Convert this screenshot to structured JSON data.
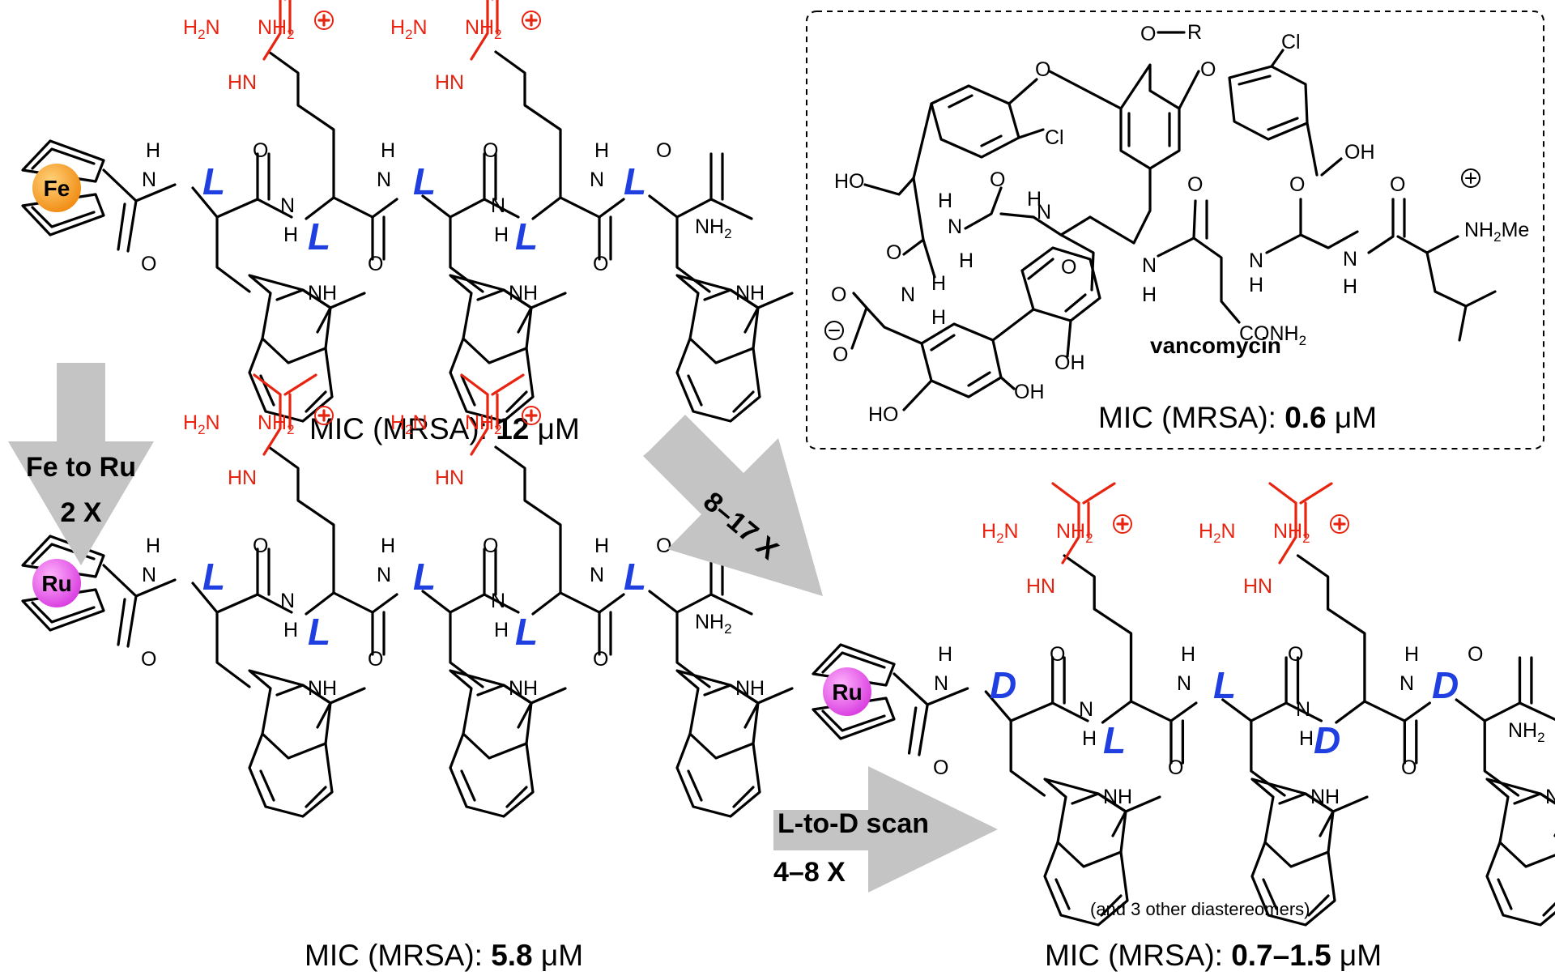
{
  "top_molecule": {
    "metal": "Fe",
    "stereo": [
      "L",
      "L",
      "L",
      "L",
      "L"
    ],
    "mic_label": "MIC (MRSA): ",
    "mic_value": "12",
    "mic_unit": " μM"
  },
  "bottom_left_molecule": {
    "metal": "Ru",
    "stereo": [
      "L",
      "L",
      "L",
      "L",
      "L"
    ],
    "mic_label": "MIC (MRSA): ",
    "mic_value": "5.8",
    "mic_unit": " μM"
  },
  "bottom_right_molecule": {
    "metal": "Ru",
    "stereo": [
      "D",
      "L",
      "L",
      "D",
      "D"
    ],
    "note": "(and 3 other diastereomers)",
    "mic_label": "MIC (MRSA): ",
    "mic_value": "0.7–1.5",
    "mic_unit": " μM"
  },
  "vancomycin": {
    "name": "vancomycin",
    "mic_label": "MIC (MRSA): ",
    "mic_value": "0.6",
    "mic_unit": " μM"
  },
  "arrows": {
    "down": {
      "line1": "Fe to Ru",
      "line2": "2 X"
    },
    "diagonal": {
      "label": "8–17 X"
    },
    "right": {
      "line1": "L-to-D scan",
      "line2": "4–8 X"
    }
  },
  "colors": {
    "guanidinium": "#e8230f",
    "stereo_label": "#1f3fe0",
    "iron": "#f39a1c",
    "ruthenium": "#e040e8",
    "arrow": "#c4c4c4"
  }
}
